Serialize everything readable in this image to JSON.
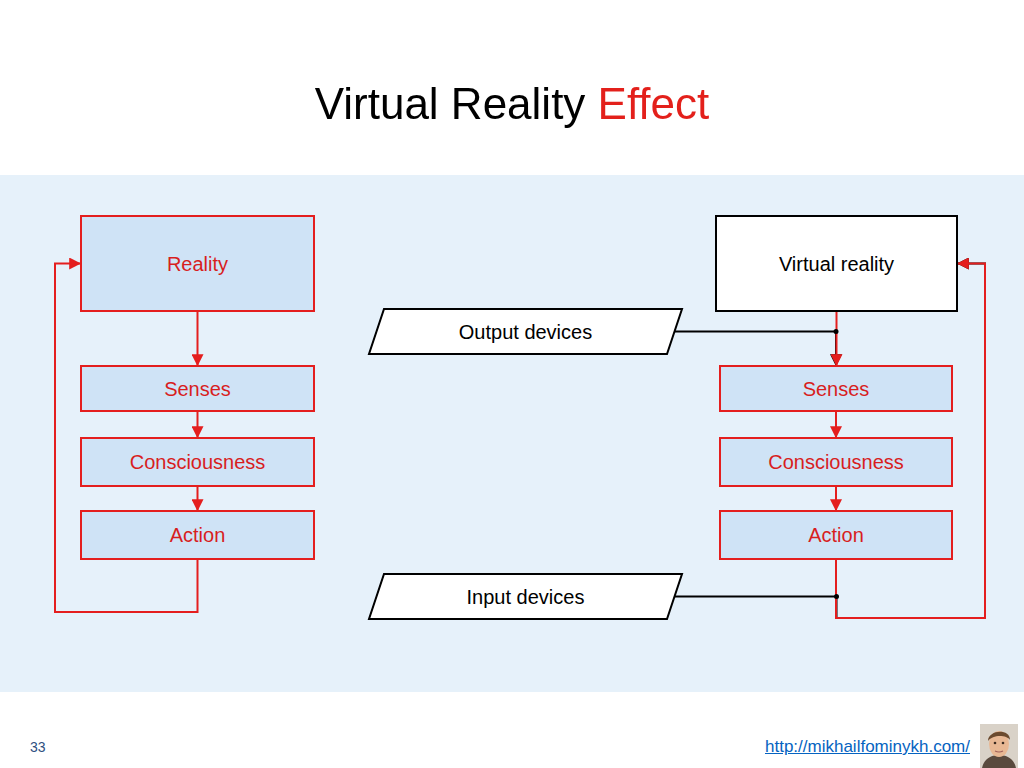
{
  "diagram": {
    "title": "Virtual Reality Effect",
    "nodes": [
      {
        "text": [
          "Reality"
        ]
      },
      {
        "text": [
          "Senses"
        ]
      },
      {
        "text": [
          "Consciousness"
        ]
      },
      {
        "text": [
          "Action"
        ]
      },
      {
        "text": [
          "Output devices"
        ]
      },
      {
        "text": [
          "Input devices"
        ]
      },
      {
        "text": [
          "Virtual reality"
        ]
      },
      {
        "text": [
          "Senses"
        ]
      },
      {
        "text": [
          "Consciousness"
        ]
      },
      {
        "text": [
          "Action"
        ]
      }
    ],
    "edges": [
      {
        "from": 0,
        "to": 1,
        "arrow": "to"
      },
      {
        "from": 1,
        "to": 2,
        "arrow": "to"
      },
      {
        "from": 2,
        "to": 3,
        "arrow": "to"
      },
      {
        "from": 3,
        "to": 0,
        "arrow": "to"
      },
      {
        "from": 6,
        "to": 7,
        "arrow": "to"
      },
      {
        "from": 7,
        "to": 8,
        "arrow": "to"
      },
      {
        "from": 8,
        "to": 9,
        "arrow": "to"
      },
      {
        "from": 9,
        "to": 6,
        "arrow": "to"
      },
      {
        "from": 4,
        "to": 7,
        "arrow": "to"
      },
      {
        "from": 5,
        "to": 6,
        "arrow": "to"
      }
    ],
    "labels": [
      "33",
      "http://mikhailfominykh.com/"
    ]
  }
}
